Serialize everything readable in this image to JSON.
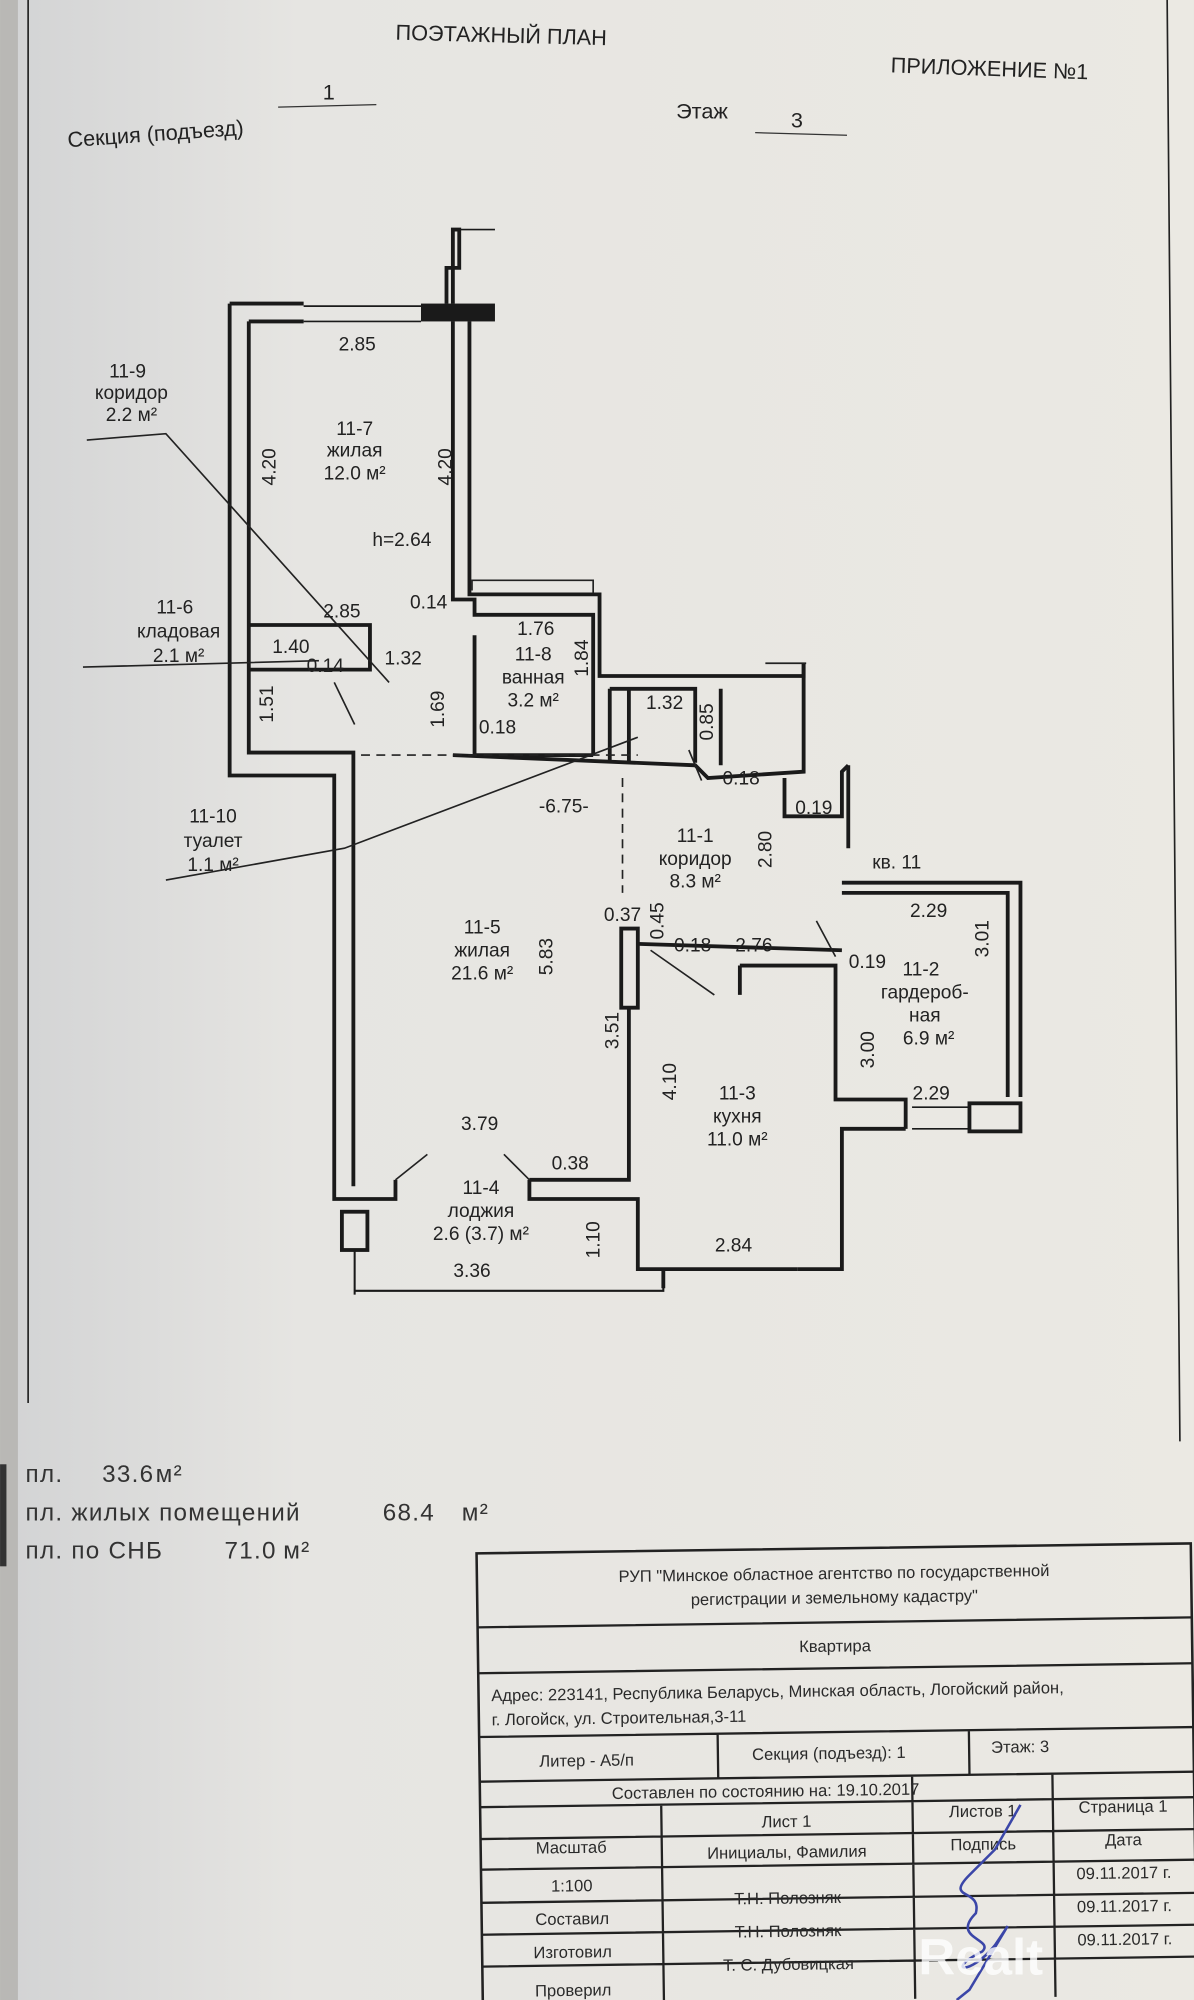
{
  "header": {
    "title": "ПОЭТАЖНЫЙ ПЛАН",
    "appendix": "ПРИЛОЖЕНИЕ №1",
    "section_label": "Секция (подъезд)",
    "section_value": "1",
    "floor_label": "Этаж",
    "floor_value": "3"
  },
  "plan": {
    "apartment_label": "кв. 11",
    "height": "h=2.64",
    "rooms": [
      {
        "id": "11-7",
        "name": "жилая",
        "area": "12.0 м²"
      },
      {
        "id": "11-8",
        "name": "ванная",
        "area": "3.2 м²"
      },
      {
        "id": "11-1",
        "name": "коридор",
        "area": "8.3 м²"
      },
      {
        "id": "11-5",
        "name": "жилая",
        "area": "21.6 м²"
      },
      {
        "id": "11-3",
        "name": "кухня",
        "area": "11.0 м²"
      },
      {
        "id": "11-2",
        "name": "гардероб-",
        "name2": "ная",
        "area": "6.9 м²"
      },
      {
        "id": "11-4",
        "name": "лоджия",
        "area": "2.6 (3.7) м²"
      },
      {
        "id": "11-9",
        "name": "коридор",
        "area": "2.2 м²"
      },
      {
        "id": "11-6",
        "name": "кладовая",
        "area": "2.1 м²"
      },
      {
        "id": "11-10",
        "name": "туалет",
        "area": "1.1 м²"
      }
    ],
    "dims": [
      "2.85",
      "4.20",
      "4.20",
      "0.14",
      "2.85",
      "1.32",
      "1.40",
      "0.14",
      "1.51",
      "1.69",
      "1.76",
      "1.84",
      "0.18",
      "1.32",
      "0.85",
      "0.18",
      "0.19",
      "-6.75-",
      "2.80",
      "2.29",
      "3.01",
      "0.37",
      "0.45",
      "0.18",
      "2.76",
      "0.19",
      "5.83",
      "3.51",
      "4.10",
      "3.00",
      "2.29",
      "3.79",
      "0.38",
      "1.10",
      "3.36",
      "2.84"
    ]
  },
  "summary": [
    {
      "label": "пл.",
      "value": "33.6",
      "unit": "м²"
    },
    {
      "label": "пл.  жилых  помещений",
      "value": "68.4",
      "unit": "м²"
    },
    {
      "label": "пл.  по СНБ",
      "value": "71.0",
      "unit": "м²"
    }
  ],
  "title_block": {
    "org_line1": "РУП \"Минское областное агентство по государственной",
    "org_line2": "регистрации и земельному кадастру\"",
    "object": "Квартира",
    "address_line1": "Адрес: 223141, Республика Беларусь, Минская область, Логойский район,",
    "address_line2": "г. Логойск, ул. Строительная,3-11",
    "liter": "Литер  -  А5/п",
    "section": "Секция (подъезд): 1",
    "floor": "Этаж: 3",
    "state_date": "Составлен по состоянию на: 19.10.2017",
    "sheet": "Лист 1",
    "sheets": "Листов 1",
    "page": "Страница 1",
    "col_scale": "Масштаб",
    "col_name": "Инициалы, Фамилия",
    "col_sign": "Подпись",
    "col_date": "Дата",
    "scale": "1:100",
    "rows": [
      {
        "role": "Составил",
        "name": "Т.Н. Полозняк",
        "date": "09.11.2017 г."
      },
      {
        "role": "Изготовил",
        "name": "Т.Н. Полозняк",
        "date": "09.11.2017 г."
      },
      {
        "role": "Проверил",
        "name": "Т. С. Дубовицкая",
        "date": "09.11.2017 г."
      }
    ]
  },
  "watermark": "Realt"
}
